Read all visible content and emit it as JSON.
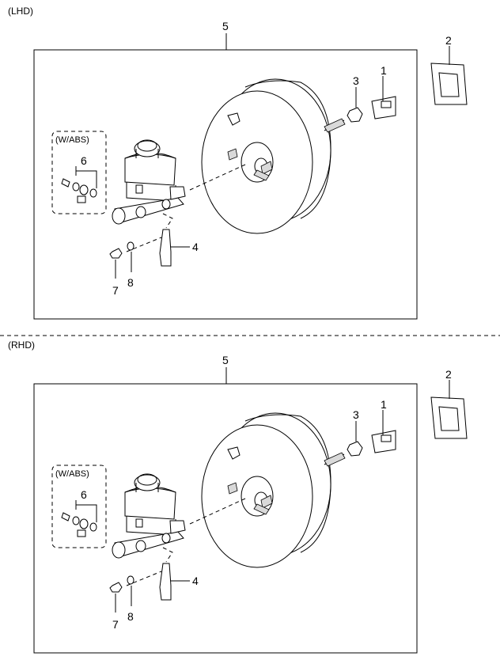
{
  "sections": [
    {
      "id": "lhd",
      "title": "(LHD)",
      "abs_label": "(W/ABS)",
      "callouts": {
        "c1": "1",
        "c2": "2",
        "c3": "3",
        "c4": "4",
        "c5": "5",
        "c6": "6",
        "c7": "7",
        "c8": "8"
      }
    },
    {
      "id": "rhd",
      "title": "(RHD)",
      "abs_label": "(W/ABS)",
      "callouts": {
        "c1": "1",
        "c2": "2",
        "c3": "3",
        "c4": "4",
        "c5": "5",
        "c6": "6",
        "c7": "7",
        "c8": "8"
      }
    }
  ]
}
